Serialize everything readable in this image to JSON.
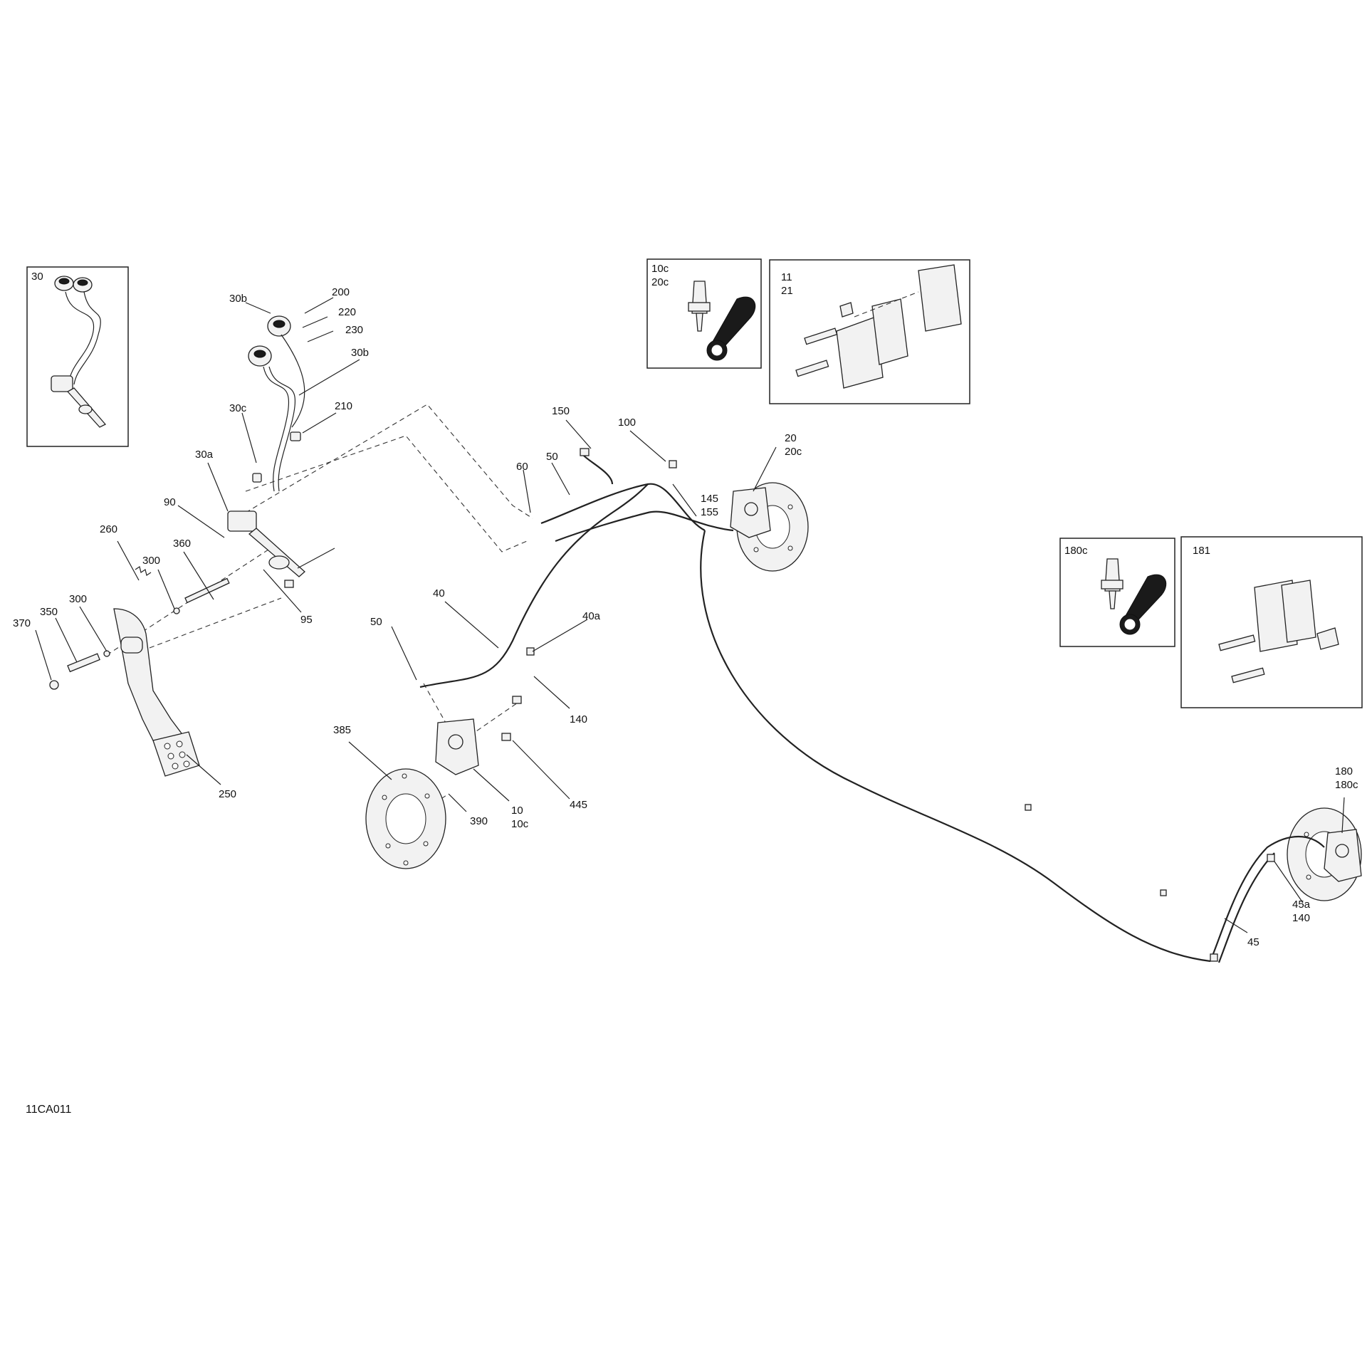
{
  "diagram_code": "11CA011",
  "inset_labels": {
    "inset_master_cylinder": "30",
    "inset_bleeder_front_a": "10c",
    "inset_bleeder_front_b": "20c",
    "inset_pads_front_a": "11",
    "inset_pads_front_b": "21",
    "inset_bleeder_rear": "180c",
    "inset_pads_rear": "181"
  },
  "callouts": {
    "c30b_top": "30b",
    "c200": "200",
    "c220": "220",
    "c230": "230",
    "c30b_right": "30b",
    "c30c": "30c",
    "c210": "210",
    "c30a": "30a",
    "c90": "90",
    "c260": "260",
    "c300_a": "300",
    "c360": "360",
    "c95": "95",
    "c370": "370",
    "c350": "350",
    "c300_b": "300",
    "c250": "250",
    "c150": "150",
    "c100": "100",
    "c60": "60",
    "c50_top": "50",
    "c145": "145",
    "c155": "155",
    "c20": "20",
    "c20c": "20c",
    "c40": "40",
    "c40a": "40a",
    "c50_mid": "50",
    "c140_mid": "140",
    "c385": "385",
    "c390": "390",
    "c10": "10",
    "c10c": "10c",
    "c445": "445",
    "c180": "180",
    "c180c": "180c",
    "c45a": "45a",
    "c140_right": "140",
    "c45": "45"
  }
}
